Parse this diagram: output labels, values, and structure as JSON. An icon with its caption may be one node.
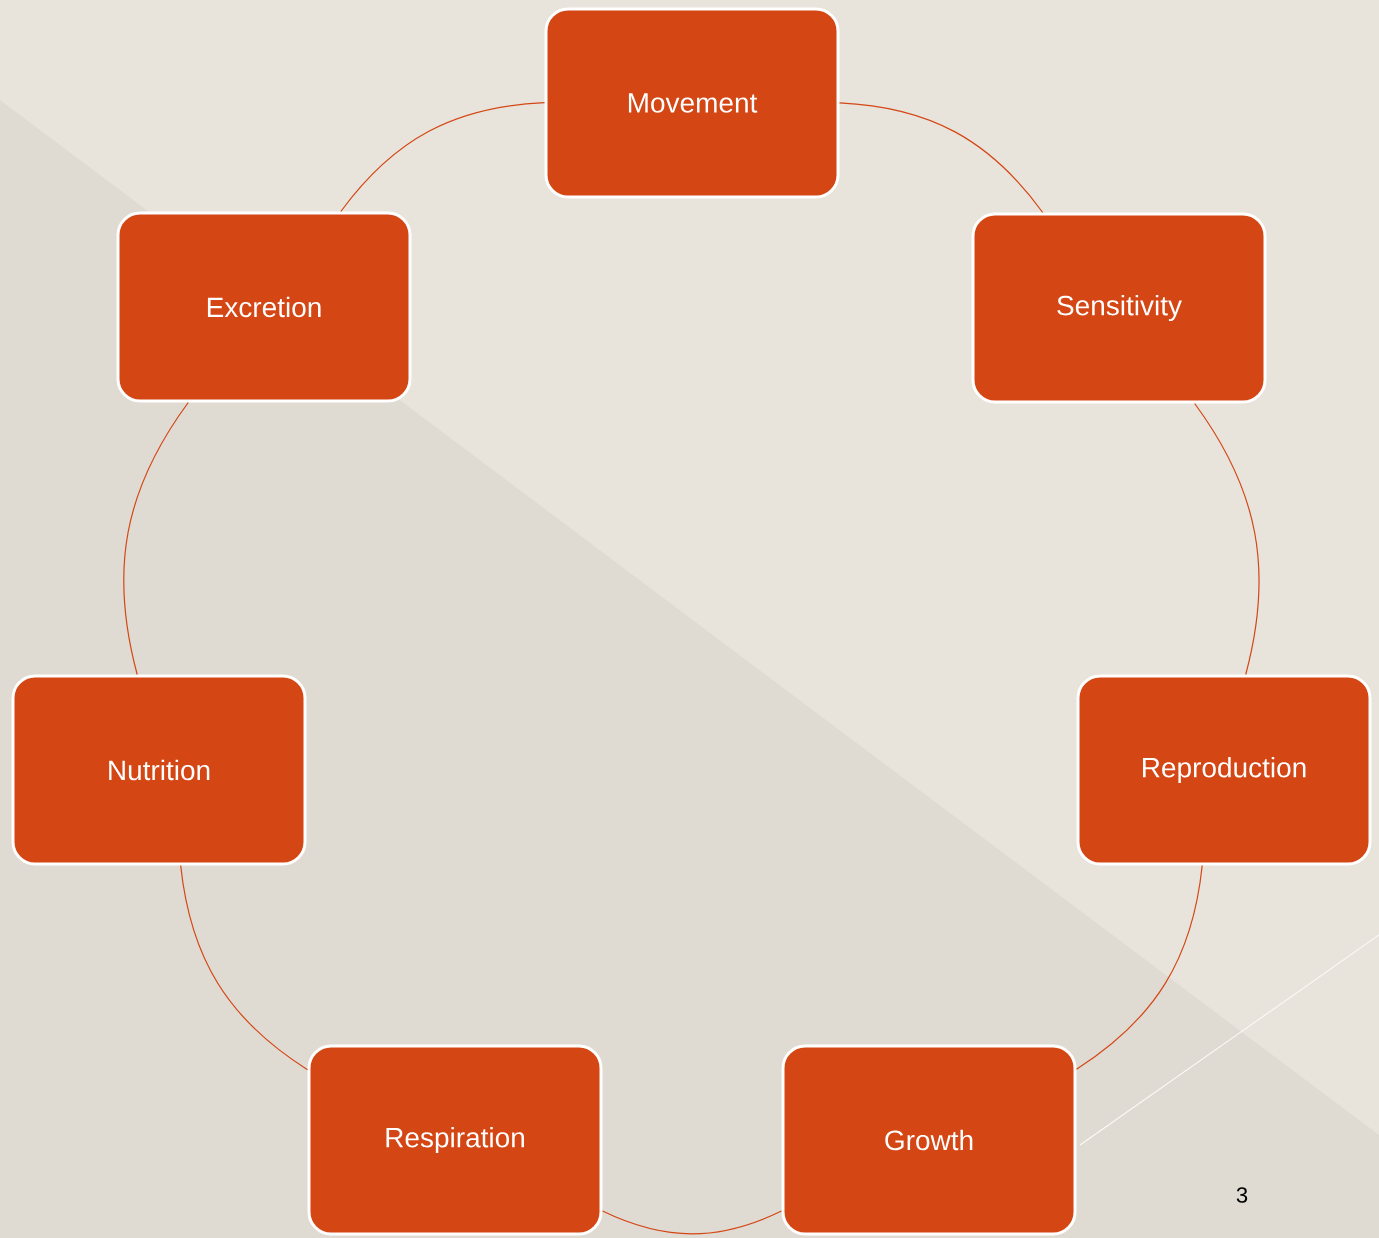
{
  "diagram": {
    "nodes": [
      {
        "text": [
          "Movement"
        ]
      },
      {
        "text": [
          "Sensitivity"
        ]
      },
      {
        "text": [
          "Reproduction"
        ]
      },
      {
        "text": [
          "Growth"
        ]
      },
      {
        "text": [
          "Respiration"
        ]
      },
      {
        "text": [
          "Nutrition"
        ]
      },
      {
        "text": [
          "Excretion"
        ]
      }
    ],
    "edges": [
      {
        "from": 0,
        "to": 1,
        "arrow": "none"
      },
      {
        "from": 1,
        "to": 2,
        "arrow": "none"
      },
      {
        "from": 2,
        "to": 3,
        "arrow": "none"
      },
      {
        "from": 3,
        "to": 4,
        "arrow": "none"
      },
      {
        "from": 4,
        "to": 5,
        "arrow": "none"
      },
      {
        "from": 5,
        "to": 6,
        "arrow": "none"
      },
      {
        "from": 6,
        "to": 0,
        "arrow": "none"
      }
    ],
    "labels": [
      "3"
    ]
  }
}
